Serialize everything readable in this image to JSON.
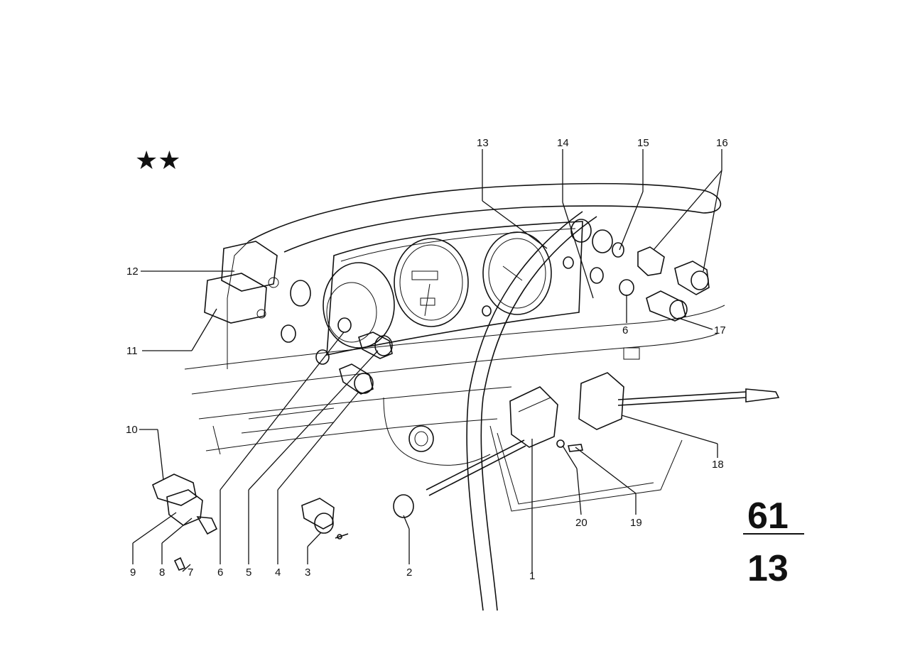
{
  "callouts": [
    "1",
    "2",
    "3",
    "4",
    "5",
    "6",
    "7",
    "8",
    "9",
    "10",
    "11",
    "12",
    "13",
    "14",
    "15",
    "16",
    "17",
    "18",
    "19",
    "20",
    "6"
  ],
  "group_number": "61",
  "sub_group_number": "13",
  "marker": "★★"
}
